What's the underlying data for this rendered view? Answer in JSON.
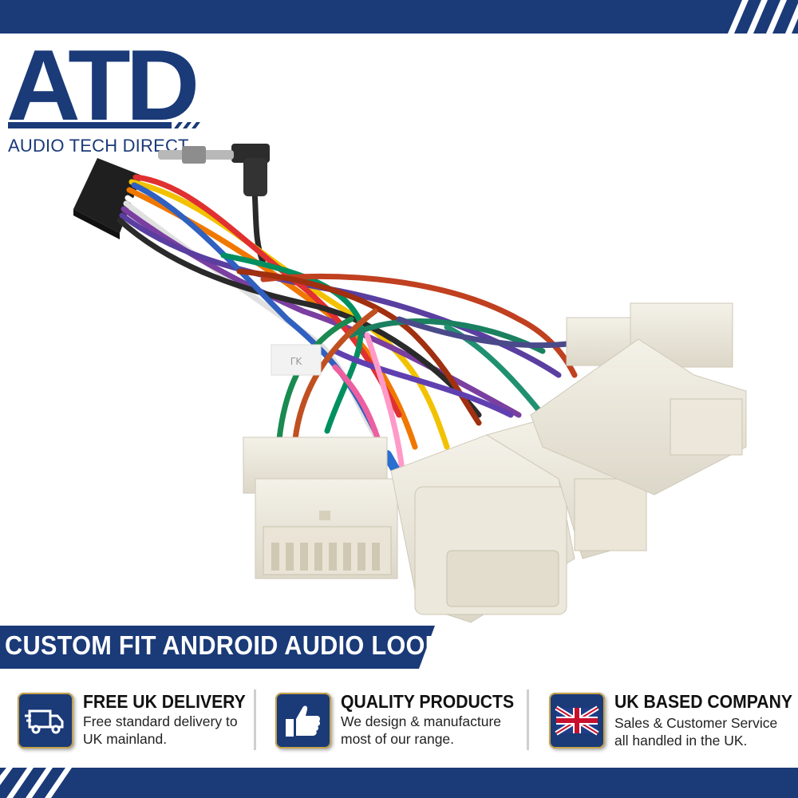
{
  "brand": {
    "logo_letters": "ATD",
    "logo_subtitle": "AUDIO TECH DIRECT",
    "color_primary": "#1a3a78"
  },
  "product": {
    "image_name": "android-audio-loom-harness",
    "sticker_text": "ΓK"
  },
  "banner": {
    "title": "CUSTOM FIT ANDROID AUDIO LOOM"
  },
  "features": [
    {
      "icon": "delivery-truck-icon",
      "title": "FREE UK DELIVERY",
      "line1": "Free standard delivery to",
      "line2": "UK mainland."
    },
    {
      "icon": "thumbs-up-icon",
      "title": "QUALITY PRODUCTS",
      "line1": "We design & manufacture",
      "line2": "most of our range."
    },
    {
      "icon": "uk-flag-icon",
      "title": "UK BASED COMPANY",
      "line1": "Sales & Customer Service",
      "line2": "all handled in the UK."
    }
  ]
}
